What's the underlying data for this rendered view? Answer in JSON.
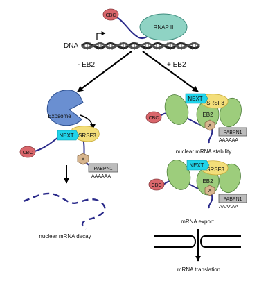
{
  "labels": {
    "cbc": "CBC",
    "rnap": "RNAP II",
    "dna": "DNA",
    "minus_eb2": "- EB2",
    "plus_eb2": "+ EB2",
    "exosome": "Exosome",
    "next": "NEXT",
    "srsf3": "SRSF3",
    "eb2": "EB2",
    "x": "X",
    "pabpn1": "PABPN1",
    "polya": "AAAAAA",
    "nuclear_stability": "nuclear mRNA stability",
    "nuclear_decay": "nuclear mRNA decay",
    "mrna_export": "mRNA export",
    "mrna_translation": "mRNA translation"
  },
  "colors": {
    "cbc": "#d9666b",
    "rnap": "#8fd3c4",
    "exosome": "#6a8fd1",
    "next": "#1fd3ea",
    "srsf3": "#f3de7a",
    "eb2_green": "#9dcd7c",
    "x_hex": "#d7b58e",
    "pabpn1": "#bcbcbc",
    "rna": "#2a2a8a",
    "dna": "#222222"
  },
  "icons": {
    "tss": "bent-arrow-icon"
  }
}
